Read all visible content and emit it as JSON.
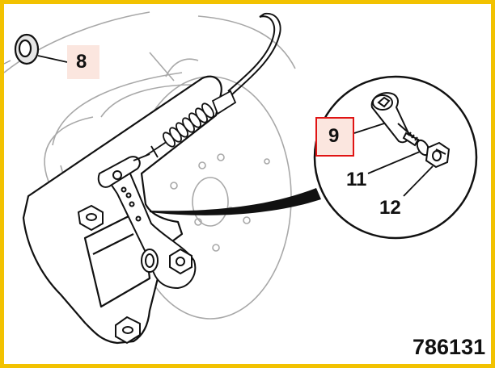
{
  "callouts": {
    "part_8": "8",
    "part_9": "9",
    "part_11": "11",
    "part_12": "12"
  },
  "figure_number": "786131",
  "colors": {
    "border": "#f2c200",
    "highlight_fill": "#fbe6df",
    "highlight_border": "#e01414",
    "line": "#111111",
    "ghost_line": "#9a9a9a"
  },
  "icons": {
    "washer": "washer-icon",
    "bolt": "bolt-icon",
    "nut": "nut-icon",
    "spring": "spring-icon"
  }
}
